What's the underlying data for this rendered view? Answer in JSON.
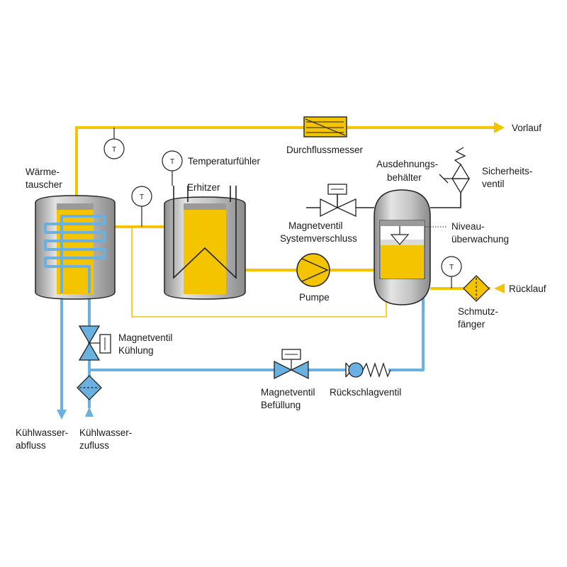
{
  "colors": {
    "hot": "#f5c400",
    "cold": "#6ab0e0",
    "steel": "#b4b4b4",
    "outline": "#222222",
    "background": "#ffffff"
  },
  "sensor_letter": "T",
  "labels": {
    "vorlauf": "Vorlauf",
    "durchflussmesser": "Durchflussmesser",
    "waermetauscher_1": "Wärme-",
    "waermetauscher_2": "tauscher",
    "temperaturfuehler": "Temperaturfühler",
    "erhitzer": "Erhitzer",
    "ausdehnungs_1": "Ausdehnungs-",
    "ausdehnungs_2": "behälter",
    "sicherheits_1": "Sicherheits-",
    "sicherheits_2": "ventil",
    "mv_system_1": "Magnetventil",
    "mv_system_2": "Systemverschluss",
    "niveau_1": "Niveau-",
    "niveau_2": "überwachung",
    "pumpe": "Pumpe",
    "ruecklauf": "Rücklauf",
    "schmutz_1": "Schmutz-",
    "schmutz_2": "fänger",
    "mv_kuehlung_1": "Magnetventil",
    "mv_kuehlung_2": "Kühlung",
    "mv_befuellung_1": "Magnetventil",
    "mv_befuellung_2": "Befüllung",
    "rueckschlag": "Rückschlagventil",
    "kw_abfluss_1": "Kühlwasser-",
    "kw_abfluss_2": "abfluss",
    "kw_zufluss_1": "Kühlwasser-",
    "kw_zufluss_2": "zufluss"
  }
}
